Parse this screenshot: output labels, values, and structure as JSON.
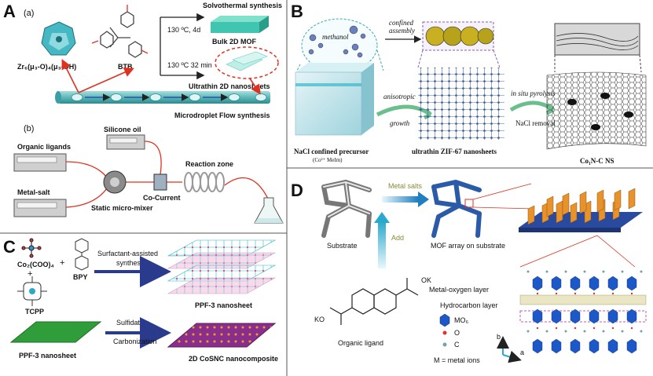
{
  "panelA": {
    "label": "A",
    "sub_a": "(a)",
    "sub_b": "(b)",
    "zr_cluster": "Zr₆(μ₃-O)₄(μ₃-OH)",
    "btb": "BTB",
    "cond1": "130 ºC, 4d",
    "cond2": "130 ºC 32 min",
    "solvothermal": "Solvothermal synthesis",
    "bulk": "Bulk 2D MOF",
    "ultrathin": "Ultrathin 2D nanosheets",
    "flow": "Microdroplet Flow synthesis",
    "silicone": "Silicone oil",
    "organic": "Organic ligands",
    "metal": "Metal-salt",
    "cocurrent": "Co-Current",
    "mixer": "Static micro-mixer",
    "reaction": "Reaction zone"
  },
  "panelB": {
    "label": "B",
    "methanol": "methanol",
    "confined": "confined",
    "assembly": "assembly",
    "anisotropic": "anisotropic",
    "growth": "growth",
    "insitu": "in situ pyrolysis",
    "nacl_removal": "NaCl removal",
    "precursor": "NaCl confined precursor",
    "precursor_sub": "(Co²⁺ MeIm)",
    "zif": "ultrathin ZIF-67 nanosheets",
    "conc": "Co₁N-C NS"
  },
  "panelC": {
    "label": "C",
    "co2": "Co₂(COO)₄",
    "plus1": "+",
    "plus2": "+",
    "tcpp": "TCPP",
    "bpy": "BPY",
    "surf1": "Surfactant-assisted",
    "surf2": "synthesis",
    "ppf": "PPF-3 nanosheet",
    "ppf2": "PPF-3 nanosheet",
    "sulf": "Sulfidation",
    "carb": "Carbonization",
    "cosnc": "2D CoSNC nanocomposite"
  },
  "panelD": {
    "label": "D",
    "metal_salts": "Metal salts",
    "add": "Add",
    "substrate": "Substrate",
    "mof_array": "MOF array on substrate",
    "ligand": "Organic ligand",
    "ok": "OK",
    "ko": "KO",
    "mo_layer": "Metal-oxygen layer",
    "hc_layer": "Hydrocarbon layer",
    "mo6": "MO₆",
    "o": "O",
    "c": "C",
    "m_ions": "M = metal ions",
    "axis_b": "b",
    "axis_a": "a"
  },
  "colors": {
    "channel": "#5fb8b8",
    "bulk_mof": "#3fc5b0",
    "zif_blue": "#1d3f7a",
    "mof_orange": "#e8922c",
    "ppf_green": "#2f9e3a",
    "cosnc_purple": "#8a2e8e",
    "arrow_navy": "#2a3a8c"
  }
}
